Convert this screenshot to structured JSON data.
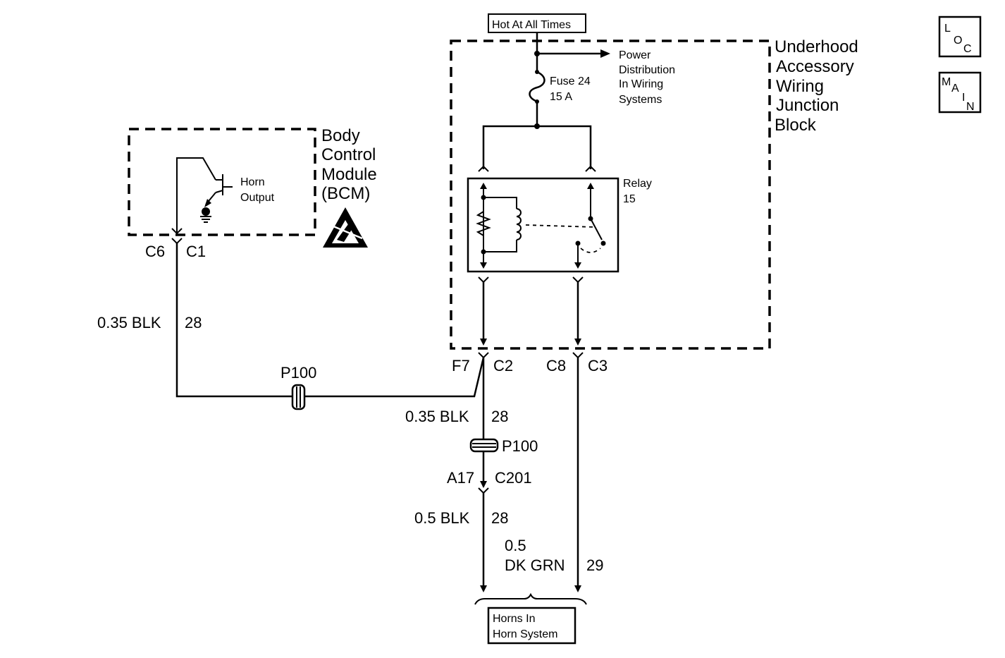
{
  "hot_label": "Hot At All Times",
  "power_distribution": [
    "Power",
    "Distribution",
    "In Wiring",
    "Systems"
  ],
  "fuse": {
    "name": "Fuse 24",
    "rating": "15 A"
  },
  "junction_block": [
    "Underhood",
    "Accessory",
    "Wiring",
    "Junction",
    "Block"
  ],
  "relay": {
    "name": "Relay",
    "number": "15"
  },
  "bcm": {
    "title": [
      "Body",
      "Control",
      "Module",
      "(BCM)"
    ],
    "output": [
      "Horn",
      "Output"
    ],
    "pin": "C6",
    "connector": "C1"
  },
  "wires": {
    "bcm_color": "0.35 BLK",
    "bcm_circuit": "28",
    "f7_color": "0.35 BLK",
    "f7_circuit": "28",
    "a17_color": "0.5 BLK",
    "a17_circuit": "28",
    "c8_size": "0.5",
    "c8_color": "DK GRN",
    "c8_circuit": "29"
  },
  "splice_a": "P100",
  "splice_b": "P100",
  "jb_pin_f7": "F7",
  "jb_conn_c2": "C2",
  "jb_pin_c8": "C8",
  "jb_conn_c3": "C3",
  "inline_pin": "A17",
  "inline_conn": "C201",
  "horns": [
    "Horns In",
    "Horn System"
  ],
  "nav": {
    "loc": {
      "l": "L",
      "o": "O",
      "c": "C"
    },
    "main": {
      "m": "M",
      "a": "A",
      "i": "I",
      "n": "N"
    }
  }
}
